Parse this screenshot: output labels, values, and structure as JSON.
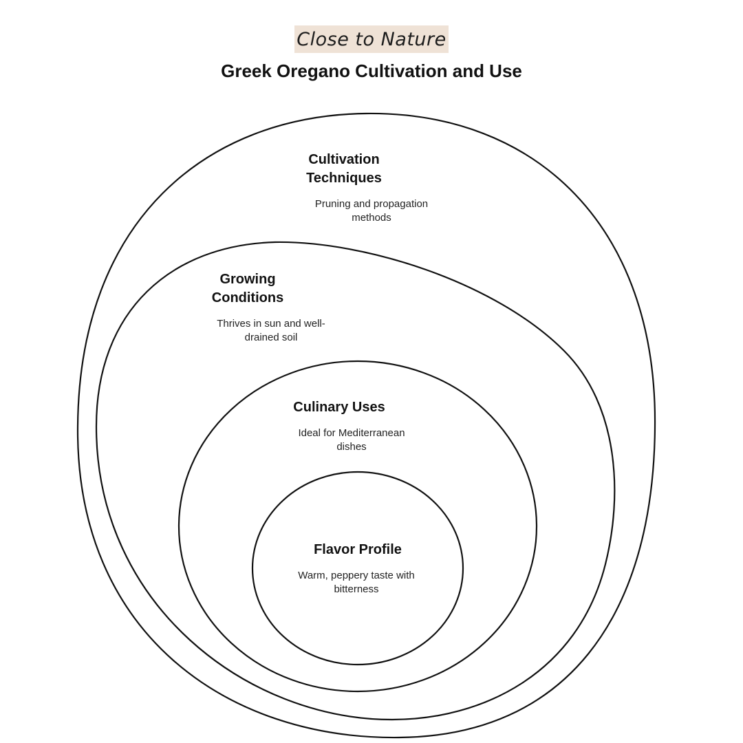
{
  "brand": "Close to Nature",
  "title": "Greek Oregano Cultivation and Use",
  "rings": [
    {
      "heading": "Cultivation Techniques",
      "description": "Pruning and propagation methods"
    },
    {
      "heading": "Growing Conditions",
      "description": "Thrives in sun and well-drained soil"
    },
    {
      "heading": "Culinary Uses",
      "description": "Ideal for Mediterranean dishes"
    },
    {
      "heading": "Flavor Profile",
      "description": "Warm, peppery taste with bitterness"
    }
  ],
  "colors": {
    "brand_background": "#efe2d6",
    "stroke": "#111111"
  }
}
